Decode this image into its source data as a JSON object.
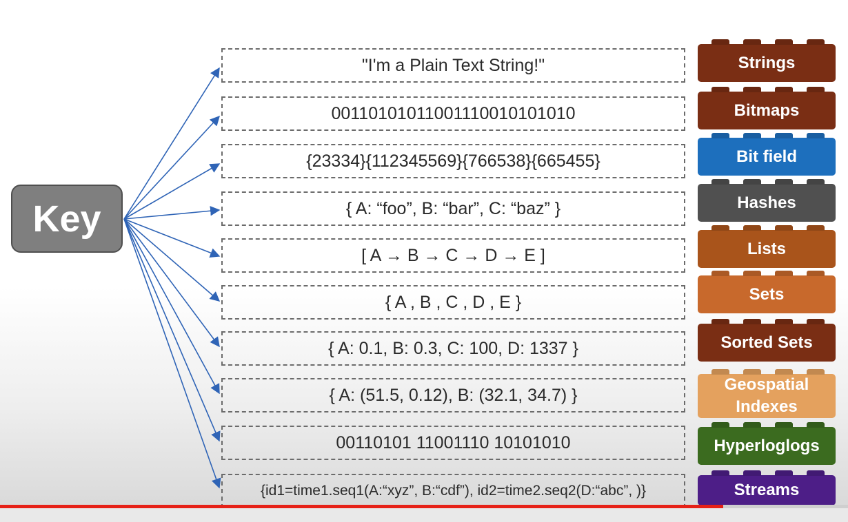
{
  "key": {
    "label": "Key"
  },
  "rows": [
    {
      "value": "\"I'm a Plain Text String!\"",
      "type": "Strings",
      "color": "#7a2e14"
    },
    {
      "value": "0011010101100111001010101O",
      "type": "Bitmaps",
      "color": "#7a2e14"
    },
    {
      "value": "{23334}{112345569}{766538}{665455}",
      "type": "Bit field",
      "color": "#1d6fbd"
    },
    {
      "value": "{ A: “foo”, B: “bar”, C: “baz”  }",
      "type": "Hashes",
      "color": "#505050"
    },
    {
      "value": "[ A → B → C → D → E ]",
      "type": "Lists",
      "color": "#a9541b"
    },
    {
      "value": "{  A , B , C , D , E  }",
      "type": "Sets",
      "color": "#c8692c"
    },
    {
      "value": "{ A: 0.1, B: 0.3, C: 100, D: 1337 }",
      "type": "Sorted Sets",
      "color": "#7a2e14"
    },
    {
      "value": "{ A: (51.5, 0.12), B: (32.1, 34.7)  }",
      "type": "Geospatial Indexes",
      "color": "#e4a15e"
    },
    {
      "value": "00110101 11001110 10101010",
      "type": "Hyperloglogs",
      "color": "#3b6b1f"
    },
    {
      "value": "{id1=time1.seq1(A:“xyz”, B:“cdf”), id2=time2.seq2(D:“abc”, )}",
      "type": "Streams",
      "color": "#4d1e87"
    }
  ],
  "video": {
    "progress": 0.853
  }
}
